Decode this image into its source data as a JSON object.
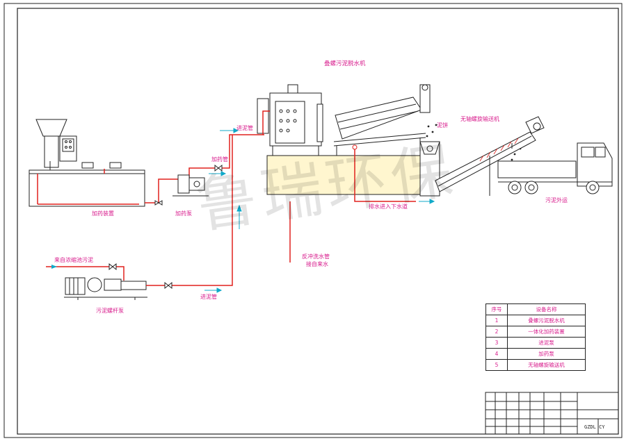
{
  "labels": {
    "dewater_title": "叠螺污泥脱水机",
    "dosing_unit": "加药装置",
    "dosing_pump": "加药泵",
    "dosing_pipe": "加药管",
    "feed_pipe_top": "进泥管",
    "feed_pipe_bottom": "进泥管",
    "source": "来自浓缩池污泥",
    "sludge_pump": "污泥螺杆泵",
    "backwash_line1": "反冲洗水管",
    "backwash_line2": "接自来水",
    "filtrate": "排水进入下水道",
    "cake": "泥饼",
    "conveyor": "无轴螺旋输送机",
    "truck": "污泥外运",
    "watermark": "鲁瑞环保"
  },
  "equipment_table": {
    "headers": [
      "序号",
      "设备名称"
    ],
    "rows": [
      {
        "no": "1",
        "name": "叠螺污泥脱水机"
      },
      {
        "no": "2",
        "name": "一体化加药装置"
      },
      {
        "no": "3",
        "name": "进泥泵"
      },
      {
        "no": "4",
        "name": "加药泵"
      },
      {
        "no": "5",
        "name": "无轴螺旋输送机"
      }
    ]
  },
  "title_block": {
    "drawing_code": "GZDL CY"
  },
  "colors": {
    "pipe_red": "#e0211d",
    "flow_cyan": "#10a9c9",
    "label_pink": "#d81b8c",
    "line_dark": "#222222",
    "tank_fill": "#fff6cf"
  }
}
